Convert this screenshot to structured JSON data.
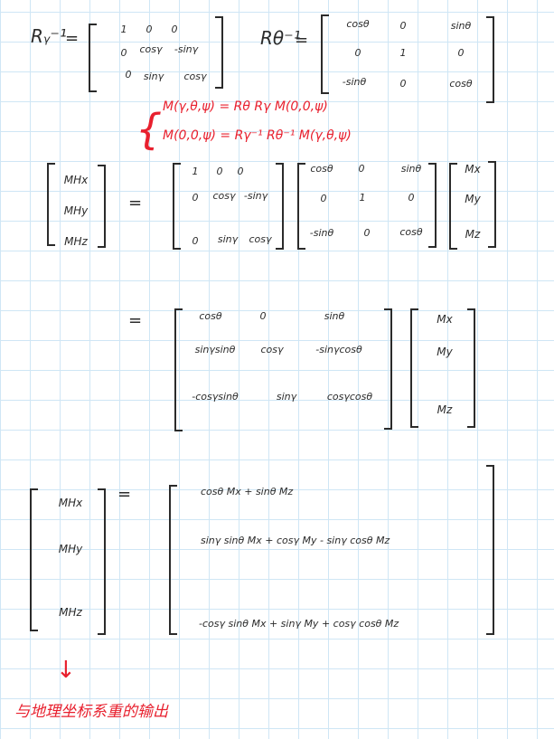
{
  "matrices": {
    "R_gamma_inv": {
      "label": "Rᵧ⁻¹",
      "equals": "=",
      "rows": [
        [
          "1",
          "0",
          "0"
        ],
        [
          "0",
          "cosγ",
          "-sinγ"
        ],
        [
          "0",
          "sinγ",
          "cosγ"
        ]
      ]
    },
    "R_theta_inv": {
      "label": "Rθ⁻¹",
      "equals": "=",
      "rows": [
        [
          "cosθ",
          "0",
          "sinθ"
        ],
        [
          "0",
          "1",
          "0"
        ],
        [
          "-sinθ",
          "0",
          "cosθ"
        ]
      ]
    }
  },
  "annotation": {
    "brace": "{",
    "line1": "M(γ,θ,ψ) = Rθ Rγ M(0,0,ψ)",
    "line2": "M(0,0,ψ) = Rγ⁻¹ Rθ⁻¹ M(γ,θ,ψ)",
    "color": "#e8202e"
  },
  "step1": {
    "lhs": [
      "MHx",
      "MHy",
      "MHz"
    ],
    "equals": "=",
    "m1": [
      [
        "1",
        "0",
        "0"
      ],
      [
        "0",
        "cosγ",
        "-sinγ"
      ],
      [
        "0",
        "sinγ",
        "cosγ"
      ]
    ],
    "m2": [
      [
        "cosθ",
        "0",
        "sinθ"
      ],
      [
        "0",
        "1",
        "0"
      ],
      [
        "-sinθ",
        "0",
        "cosθ"
      ]
    ],
    "vec": [
      "Mx",
      "My",
      "Mz"
    ]
  },
  "step2": {
    "equals": "=",
    "m": [
      [
        "cosθ",
        "0",
        "sinθ"
      ],
      [
        "sinγsinθ",
        "cosγ",
        "-sinγcosθ"
      ],
      [
        "-cosγsinθ",
        "sinγ",
        "cosγcosθ"
      ]
    ],
    "vec": [
      "Mx",
      "My",
      "Mz"
    ]
  },
  "step3": {
    "lhs": [
      "MHx",
      "MHy",
      "MHz"
    ],
    "equals": "=",
    "rows": [
      "cosθ Mx + sinθ Mz",
      "sinγ sinθ Mx + cosγ My - sinγ cosθ Mz",
      "-cosγ sinθ Mx + sinγ My + cosγ cosθ Mz"
    ]
  },
  "footer": {
    "arrow": "↓",
    "note": "与地理坐标系重的输出",
    "color": "#e8202e"
  }
}
